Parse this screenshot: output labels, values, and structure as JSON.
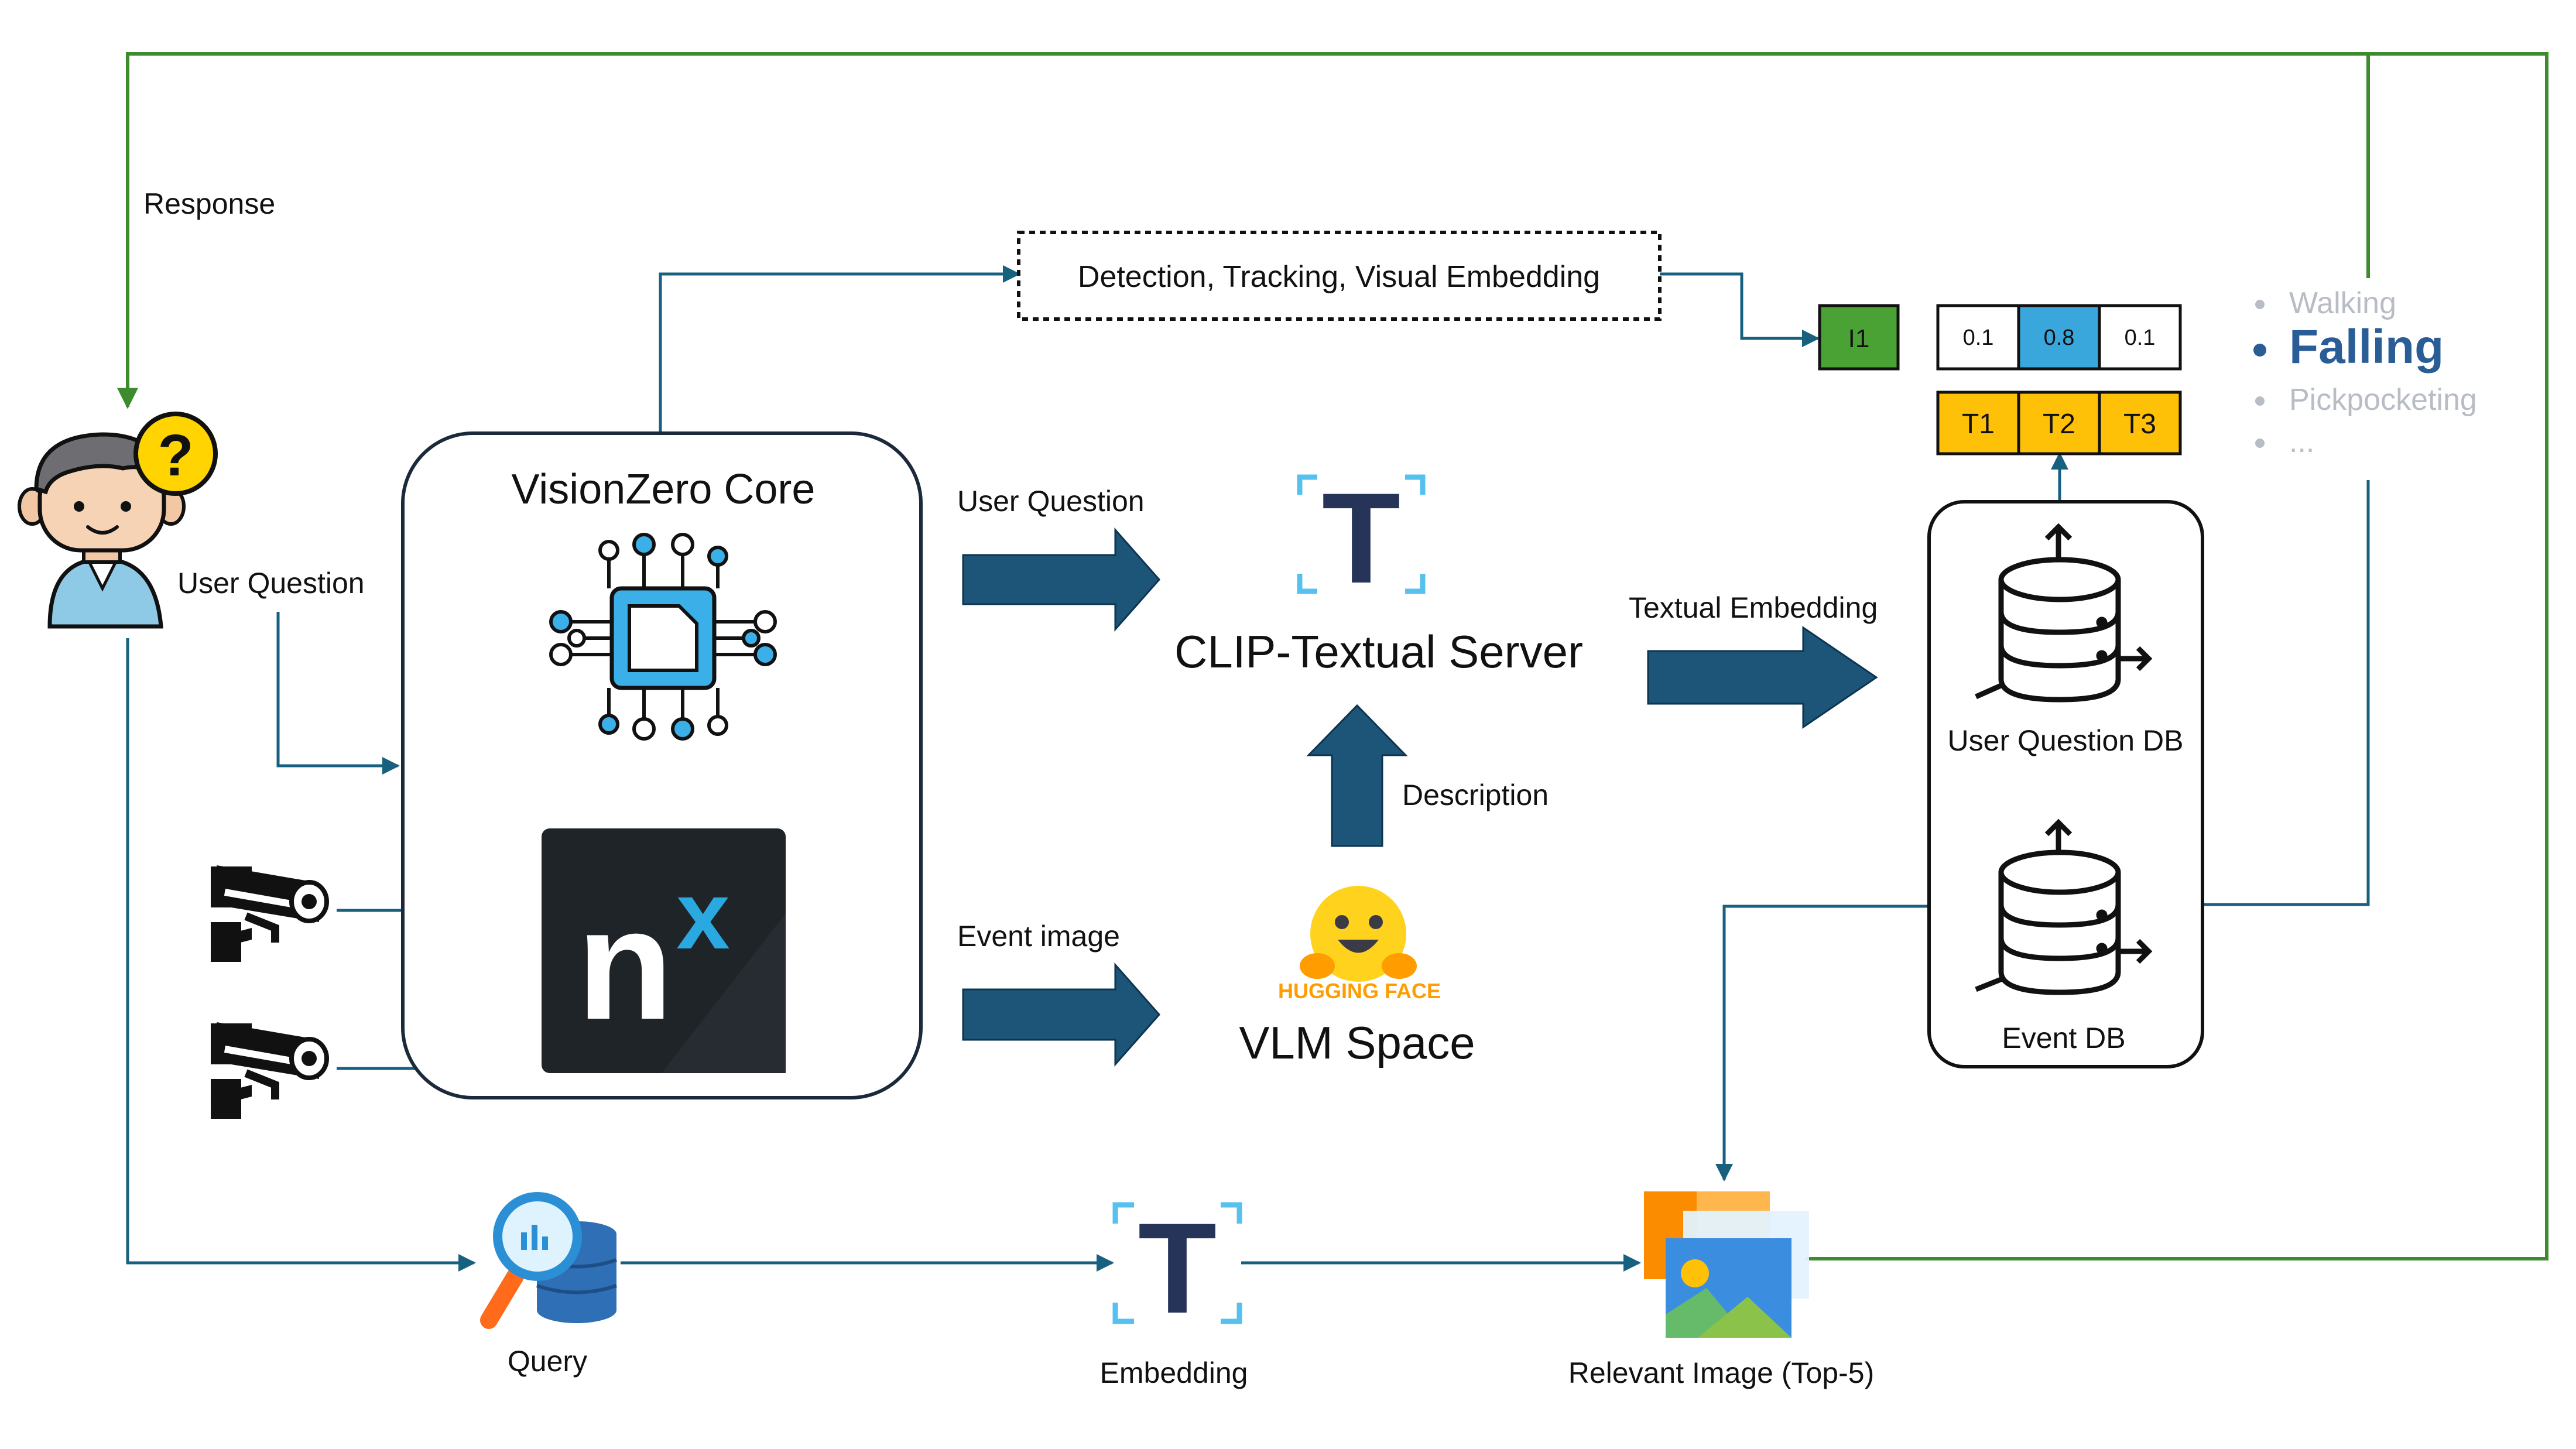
{
  "labels": {
    "response": "Response",
    "user_question_left": "User Question",
    "core_title": "VisionZero Core",
    "detection": "Detection, Tracking, Visual Embedding",
    "user_question_arrow": "User Question",
    "event_image": "Event image",
    "clip_server": "CLIP-Textual Server",
    "description": "Description",
    "vlm_space": "VLM Space",
    "hugging_face": "HUGGING FACE",
    "textual_embedding": "Textual Embedding",
    "user_question_db": "User Question DB",
    "event_db": "Event DB",
    "query": "Query",
    "embedding": "Embedding",
    "relevant_image": "Relevant Image (Top-5)",
    "image_vector": "I1",
    "nx_letter": "n",
    "nx_super": "x",
    "question_mark": "?",
    "clip_letter_1": "T",
    "clip_letter_2": "T"
  },
  "similarity": {
    "scores": [
      "0.1",
      "0.8",
      "0.1"
    ],
    "text_vectors": [
      "T1",
      "T2",
      "T3"
    ]
  },
  "event_classes": {
    "items": [
      {
        "label": "Walking",
        "active": false
      },
      {
        "label": "Falling",
        "active": true
      },
      {
        "label": "Pickpocketing",
        "active": false
      },
      {
        "label": "...",
        "active": false
      }
    ]
  },
  "colors": {
    "flow_blue": "#17607f",
    "block_arrow": "#1c5577",
    "response_green": "#3c8b2e",
    "image_vector_green": "#4aa134",
    "score_highlight": "#3aa7dc",
    "text_vector_gold": "#ffc107",
    "muted_text": "#b8bcc4",
    "active_class": "#2a5d95",
    "nx_bg": "#1f2428",
    "nx_accent": "#29a9e0"
  }
}
